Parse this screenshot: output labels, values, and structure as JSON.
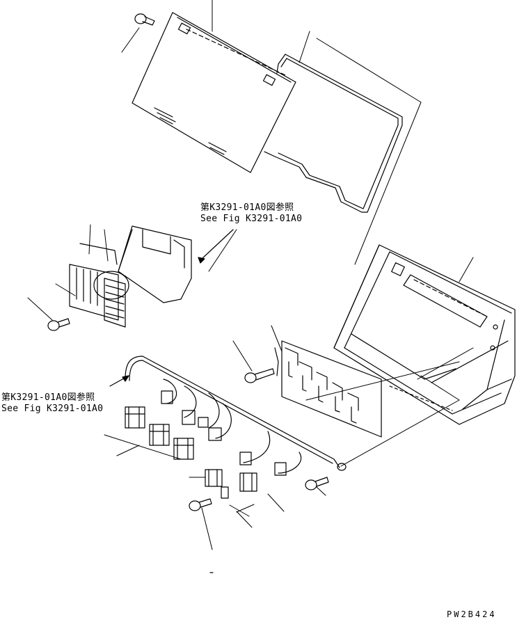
{
  "references": {
    "upper": {
      "ja": "第K3291-01A0図参照",
      "en": "See Fig K3291-01A0"
    },
    "lower": {
      "ja": "第K3291-01A0図参照",
      "en": "See Fig K3291-01A0"
    }
  },
  "drawing_code": "PW2B424",
  "line_color": "#000000",
  "background_color": "#ffffff"
}
